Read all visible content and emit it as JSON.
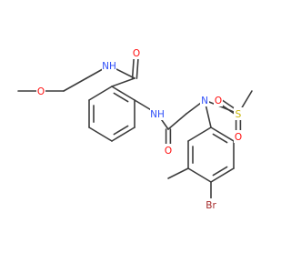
{
  "colors": {
    "bond": "#3c3c3c",
    "carbon": "#3c3c3c",
    "oxygen": "#ff0d0d",
    "nitrogen": "#3050f8",
    "sulfur": "#c8b400",
    "bromine": "#a62929",
    "background": "#ffffff"
  },
  "labels": {
    "ether_o": "O",
    "amide_nh": "NH",
    "amide_o": "O",
    "anilide_nh": "NH",
    "acetamide_o": "O",
    "sulfonamide_n": "N",
    "sulfonyl_s": "S",
    "sulfonyl_o_left": "O",
    "sulfonyl_o_right": "O",
    "bromine": "Br"
  }
}
